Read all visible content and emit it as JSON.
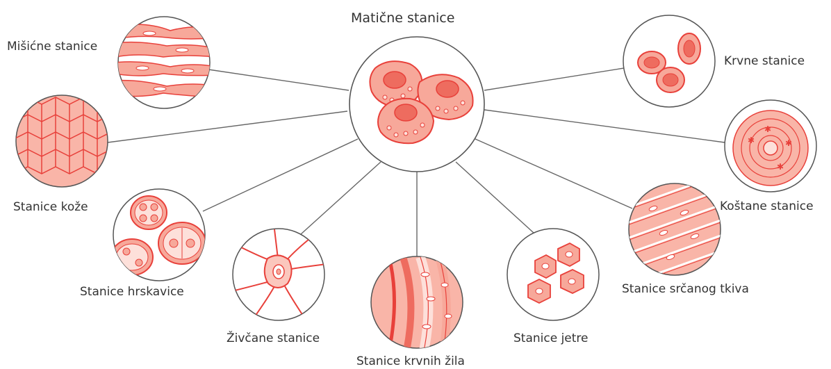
{
  "diagram": {
    "center": {
      "label": "Matične stanice"
    },
    "nodes": [
      {
        "id": "muscle",
        "label": "Mišićne stanice"
      },
      {
        "id": "skin",
        "label": "Stanice kože"
      },
      {
        "id": "cartilage",
        "label": "Stanice hrskavice"
      },
      {
        "id": "nerve",
        "label": "Živčane stanice"
      },
      {
        "id": "vessel",
        "label": "Stanice krvnih žila"
      },
      {
        "id": "liver",
        "label": "Stanice jetre"
      },
      {
        "id": "heart",
        "label": "Stanice srčanog tkiva"
      },
      {
        "id": "bone",
        "label": "Koštane stanice"
      },
      {
        "id": "blood",
        "label": "Krvne stanice"
      }
    ],
    "colors": {
      "cell_fill": "#f7a89a",
      "cell_stroke": "#e8403a",
      "cell_light": "#fde0da",
      "connector": "#666666",
      "circle_stroke": "#555555",
      "label_text": "#333333"
    }
  }
}
